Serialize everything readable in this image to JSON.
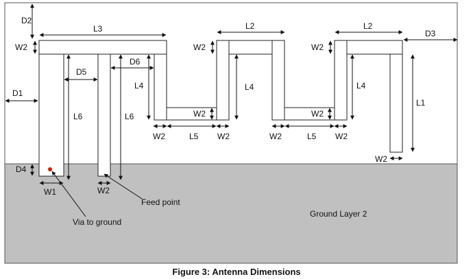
{
  "diagram": {
    "caption": "Figure 3: Antenna Dimensions",
    "labels": {
      "d1": "D1",
      "d2": "D2",
      "d3": "D3",
      "d4": "D4",
      "d5": "D5",
      "d6": "D6",
      "l1": "L1",
      "l2a": "L2",
      "l2b": "L2",
      "l3": "L3",
      "l4a": "L4",
      "l4b": "L4",
      "l4c": "L4",
      "l5a": "L5",
      "l5b": "L5",
      "l6a": "L6",
      "l6b": "L6",
      "w1": "W1",
      "w2_top_left": "W2",
      "w2_top_mid": "W2",
      "w2_top_right": "W2",
      "w2_inner_a": "W2",
      "w2_inner_b": "W2",
      "w2_bottom_1": "W2",
      "w2_bottom_2": "W2",
      "w2_bottom_3": "W2",
      "w2_bottom_4": "W2",
      "w2_l1": "W2",
      "w2_feed": "W2"
    },
    "annotations": {
      "feed_point": "Feed point",
      "via_to_ground": "Via to ground",
      "ground_layer": "Ground Layer 2"
    },
    "colors": {
      "ground": "#c0c0c0",
      "via": "#cc2200",
      "line": "#111111"
    }
  }
}
